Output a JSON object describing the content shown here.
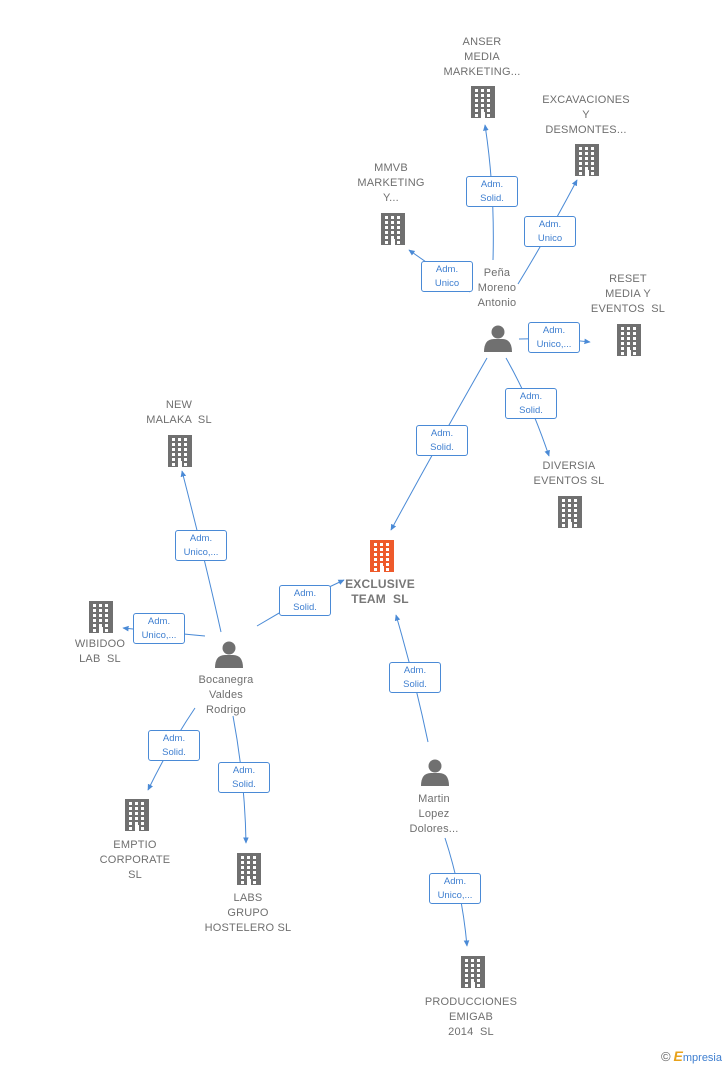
{
  "nodes": [
    {
      "id": "exclusive",
      "kind": "company",
      "focus": true,
      "label": "EXCLUSIVE\nTEAM  SL"
    },
    {
      "id": "anser",
      "kind": "company",
      "label": "ANSER\nMEDIA\nMARKETING..."
    },
    {
      "id": "excavaciones",
      "kind": "company",
      "label": "EXCAVACIONES\nY\nDESMONTES..."
    },
    {
      "id": "mmvb",
      "kind": "company",
      "label": "MMVB\nMARKETING\nY..."
    },
    {
      "id": "reset",
      "kind": "company",
      "label": "RESET\nMEDIA Y\nEVENTOS  SL"
    },
    {
      "id": "diversia",
      "kind": "company",
      "label": "DIVERSIA\nEVENTOS SL"
    },
    {
      "id": "newmalaka",
      "kind": "company",
      "label": "NEW\nMALAKA  SL"
    },
    {
      "id": "wibidoo",
      "kind": "company",
      "label": "WIBIDOO\nLAB  SL"
    },
    {
      "id": "emptio",
      "kind": "company",
      "label": "EMPTIO\nCORPORATE\nSL"
    },
    {
      "id": "labs",
      "kind": "company",
      "label": "LABS\nGRUPO\nHOSTELERO SL"
    },
    {
      "id": "producciones",
      "kind": "company",
      "label": "PRODUCCIONES\nEMIGAB\n2014  SL"
    },
    {
      "id": "pena",
      "kind": "person",
      "label": "Peña\nMoreno\nAntonio"
    },
    {
      "id": "bocanegra",
      "kind": "person",
      "label": "Bocanegra\nValdes\nRodrigo"
    },
    {
      "id": "martin",
      "kind": "person",
      "label": "Martin\nLopez\nDolores..."
    }
  ],
  "edges": [
    {
      "from": "pena",
      "to": "anser",
      "label": "Adm.\nSolid."
    },
    {
      "from": "pena",
      "to": "excavaciones",
      "label": "Adm.\nUnico"
    },
    {
      "from": "pena",
      "to": "mmvb",
      "label": "Adm.\nUnico"
    },
    {
      "from": "pena",
      "to": "reset",
      "label": "Adm.\nUnico,..."
    },
    {
      "from": "pena",
      "to": "diversia",
      "label": "Adm.\nSolid."
    },
    {
      "from": "pena",
      "to": "exclusive",
      "label": "Adm.\nSolid."
    },
    {
      "from": "bocanegra",
      "to": "newmalaka",
      "label": "Adm.\nUnico,..."
    },
    {
      "from": "bocanegra",
      "to": "wibidoo",
      "label": "Adm.\nUnico,..."
    },
    {
      "from": "bocanegra",
      "to": "exclusive",
      "label": "Adm.\nSolid."
    },
    {
      "from": "bocanegra",
      "to": "emptio",
      "label": "Adm.\nSolid."
    },
    {
      "from": "bocanegra",
      "to": "labs",
      "label": "Adm.\nSolid."
    },
    {
      "from": "martin",
      "to": "exclusive",
      "label": "Adm.\nSolid."
    },
    {
      "from": "martin",
      "to": "producciones",
      "label": "Adm.\nUnico,..."
    }
  ],
  "colors": {
    "edge": "#4a8ad6",
    "company": "#707070",
    "focus": "#ee5a2b",
    "person": "#707070"
  },
  "footer": {
    "copyright": "©",
    "brand_initial": "E",
    "brand_rest": "mpresia"
  }
}
